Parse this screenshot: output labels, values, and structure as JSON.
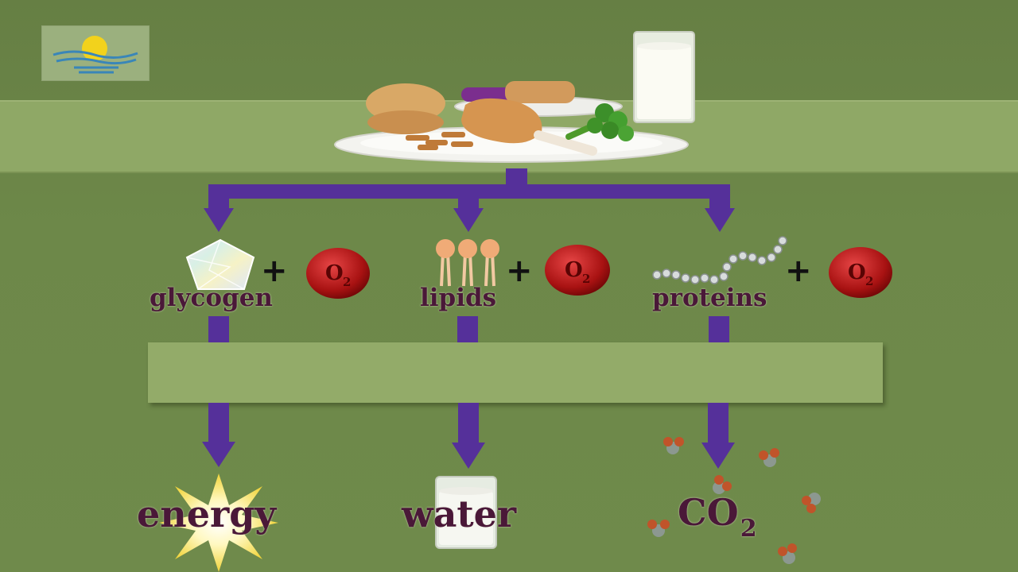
{
  "inputs": [
    {
      "key": "glycogen",
      "label": "glycogen",
      "plus": "+",
      "oxygen": "O",
      "oxygen_sub": "2"
    },
    {
      "key": "lipids",
      "label": "lipids",
      "plus": "+",
      "oxygen": "O",
      "oxygen_sub": "2"
    },
    {
      "key": "proteins",
      "label": "proteins",
      "plus": "+",
      "oxygen": "O",
      "oxygen_sub": "2"
    }
  ],
  "outputs": {
    "energy": "energy",
    "water": "water",
    "co2": "CO",
    "co2_sub": "2"
  },
  "colors": {
    "background": "#6d8849",
    "band": "#8fa866",
    "arrow": "#55309a",
    "label": "#4a1838",
    "oxygen": "#b01818"
  },
  "icons": [
    "logo-icon",
    "food-plate-icon",
    "milk-glass-icon",
    "glycogen-pentagon-icon",
    "lipid-molecules-icon",
    "protein-chain-icon",
    "oxygen-molecule-icon",
    "energy-star-icon",
    "water-glass-icon",
    "co2-molecule-icon"
  ]
}
